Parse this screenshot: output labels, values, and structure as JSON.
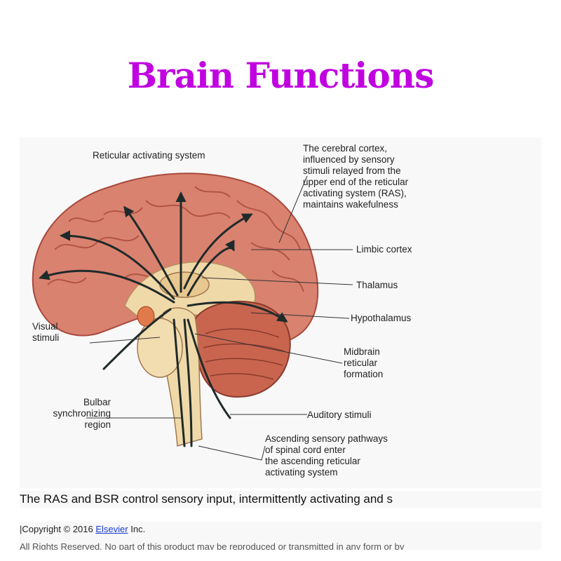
{
  "title": "Brain Functions",
  "diagram": {
    "labels": {
      "ras": "Reticular activating system",
      "cortex": [
        "The cerebral cortex,",
        "influenced by sensory",
        "stimuli relayed from the",
        "upper end of the reticular",
        "activating system (RAS),",
        "maintains wakefulness"
      ],
      "limbic": "Limbic cortex",
      "thalamus": "Thalamus",
      "hypothalamus": "Hypothalamus",
      "midbrain": [
        "Midbrain",
        "reticular",
        "formation"
      ],
      "visual": [
        "Visual",
        "stimuli"
      ],
      "bulbar": [
        "Bulbar",
        "synchronizing",
        "region"
      ],
      "auditory": "Auditory stimuli",
      "ascending": [
        "Ascending sensory pathways",
        "of spinal cord enter",
        "the ascending reticular",
        "activating system"
      ]
    },
    "colors": {
      "cortex": "#d9826f",
      "cortex_dark": "#a8493c",
      "inner": "#f0d9a8",
      "arrow": "#1f2a2a",
      "cerebellum": "#c9654f"
    }
  },
  "caption": "The RAS and BSR control sensory input, intermittently activating and s",
  "copyright": {
    "prefix": "|Copyright © 2016 ",
    "link": "Elsevier",
    "suffix": " Inc.",
    "line2": "All Rights Reserved. No part of this product may be reproduced or transmitted in any form or by"
  }
}
